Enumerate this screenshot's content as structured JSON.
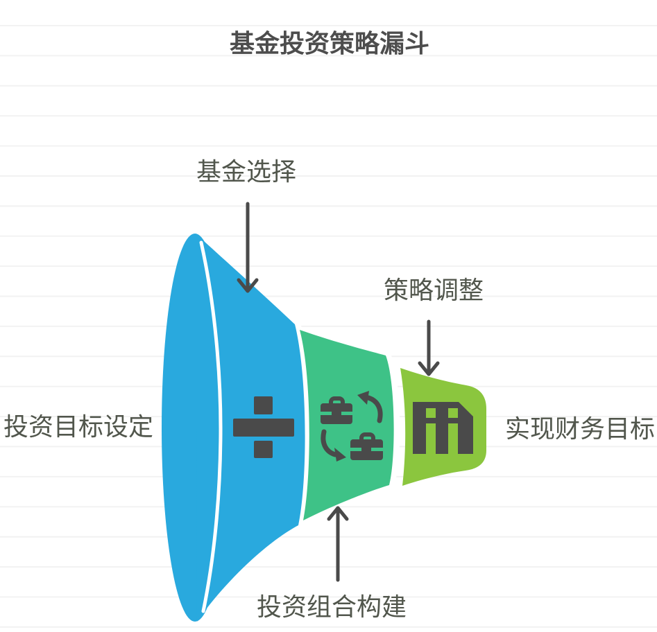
{
  "title": {
    "text": "基金投资策略漏斗"
  },
  "funnel": {
    "start_label": "投资目标设定",
    "end_label": "实现财务目标",
    "stages": [
      {
        "name": "基金选择",
        "color": "#29a9de",
        "icon": "divide-icon"
      },
      {
        "name": "投资组合构建",
        "color": "#3ec287",
        "icon": "briefcase-exchange-icon"
      },
      {
        "name": "策略调整",
        "color": "#8bc63e",
        "icon": "bank-building-icon"
      }
    ],
    "icon_color": "#4a4a4a",
    "divider_color": "#ffffff"
  },
  "style": {
    "grid_color": "#f2f2f2",
    "title_color": "#4d4d4d",
    "label_color": "#51564c",
    "arrow_color": "#4a4a4a",
    "background_color": "#ffffff"
  }
}
